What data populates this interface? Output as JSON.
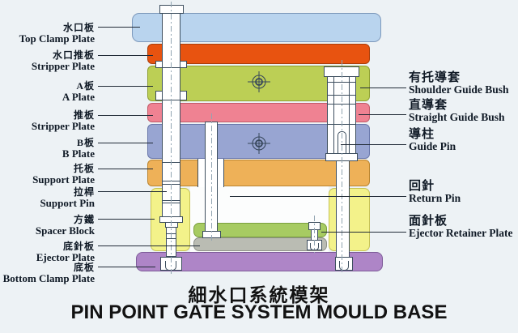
{
  "title": {
    "zh": "細水口系統模架",
    "en": "PIN POINT GATE SYSTEM MOULD BASE"
  },
  "labels_left": [
    {
      "zh": "水口板",
      "en": "Top Clamp Plate"
    },
    {
      "zh": "水口推板",
      "en": "Stripper Plate"
    },
    {
      "zh": "A板",
      "en": "A Plate"
    },
    {
      "zh": "推板",
      "en": "Stripper Plate"
    },
    {
      "zh": "B板",
      "en": "B Plate"
    },
    {
      "zh": "托板",
      "en": "Support Plate"
    },
    {
      "zh": "拉桿",
      "en": "Support Pin"
    },
    {
      "zh": "方鐵",
      "en": "Spacer Block"
    },
    {
      "zh": "底針板",
      "en": "Ejector Plate"
    },
    {
      "zh": "底板",
      "en": "Bottom Clamp Plate"
    }
  ],
  "labels_right": [
    {
      "zh": "有托導套",
      "en": "Shoulder Guide Bush"
    },
    {
      "zh": "直導套",
      "en": "Straight Guide Bush"
    },
    {
      "zh": "導柱",
      "en": "Guide Pin"
    },
    {
      "zh": "回針",
      "en": "Return Pin"
    },
    {
      "zh": "面針板",
      "en": "Ejector Retainer Plate"
    }
  ],
  "colors": {
    "background": "#edf2f5",
    "top_clamp_plate": "#b9d4ee",
    "stripper_plate_top": "#e85310",
    "a_plate": "#bccf55",
    "stripper_plate_mid": "#ef8292",
    "b_plate": "#98a5d2",
    "support_plate": "#eeb158",
    "spacer_block": "#f3f28a",
    "ejector_retainer_plate": "#a7cb62",
    "ejector_plate": "#babcb3",
    "bottom_clamp_plate": "#ae85c7"
  }
}
